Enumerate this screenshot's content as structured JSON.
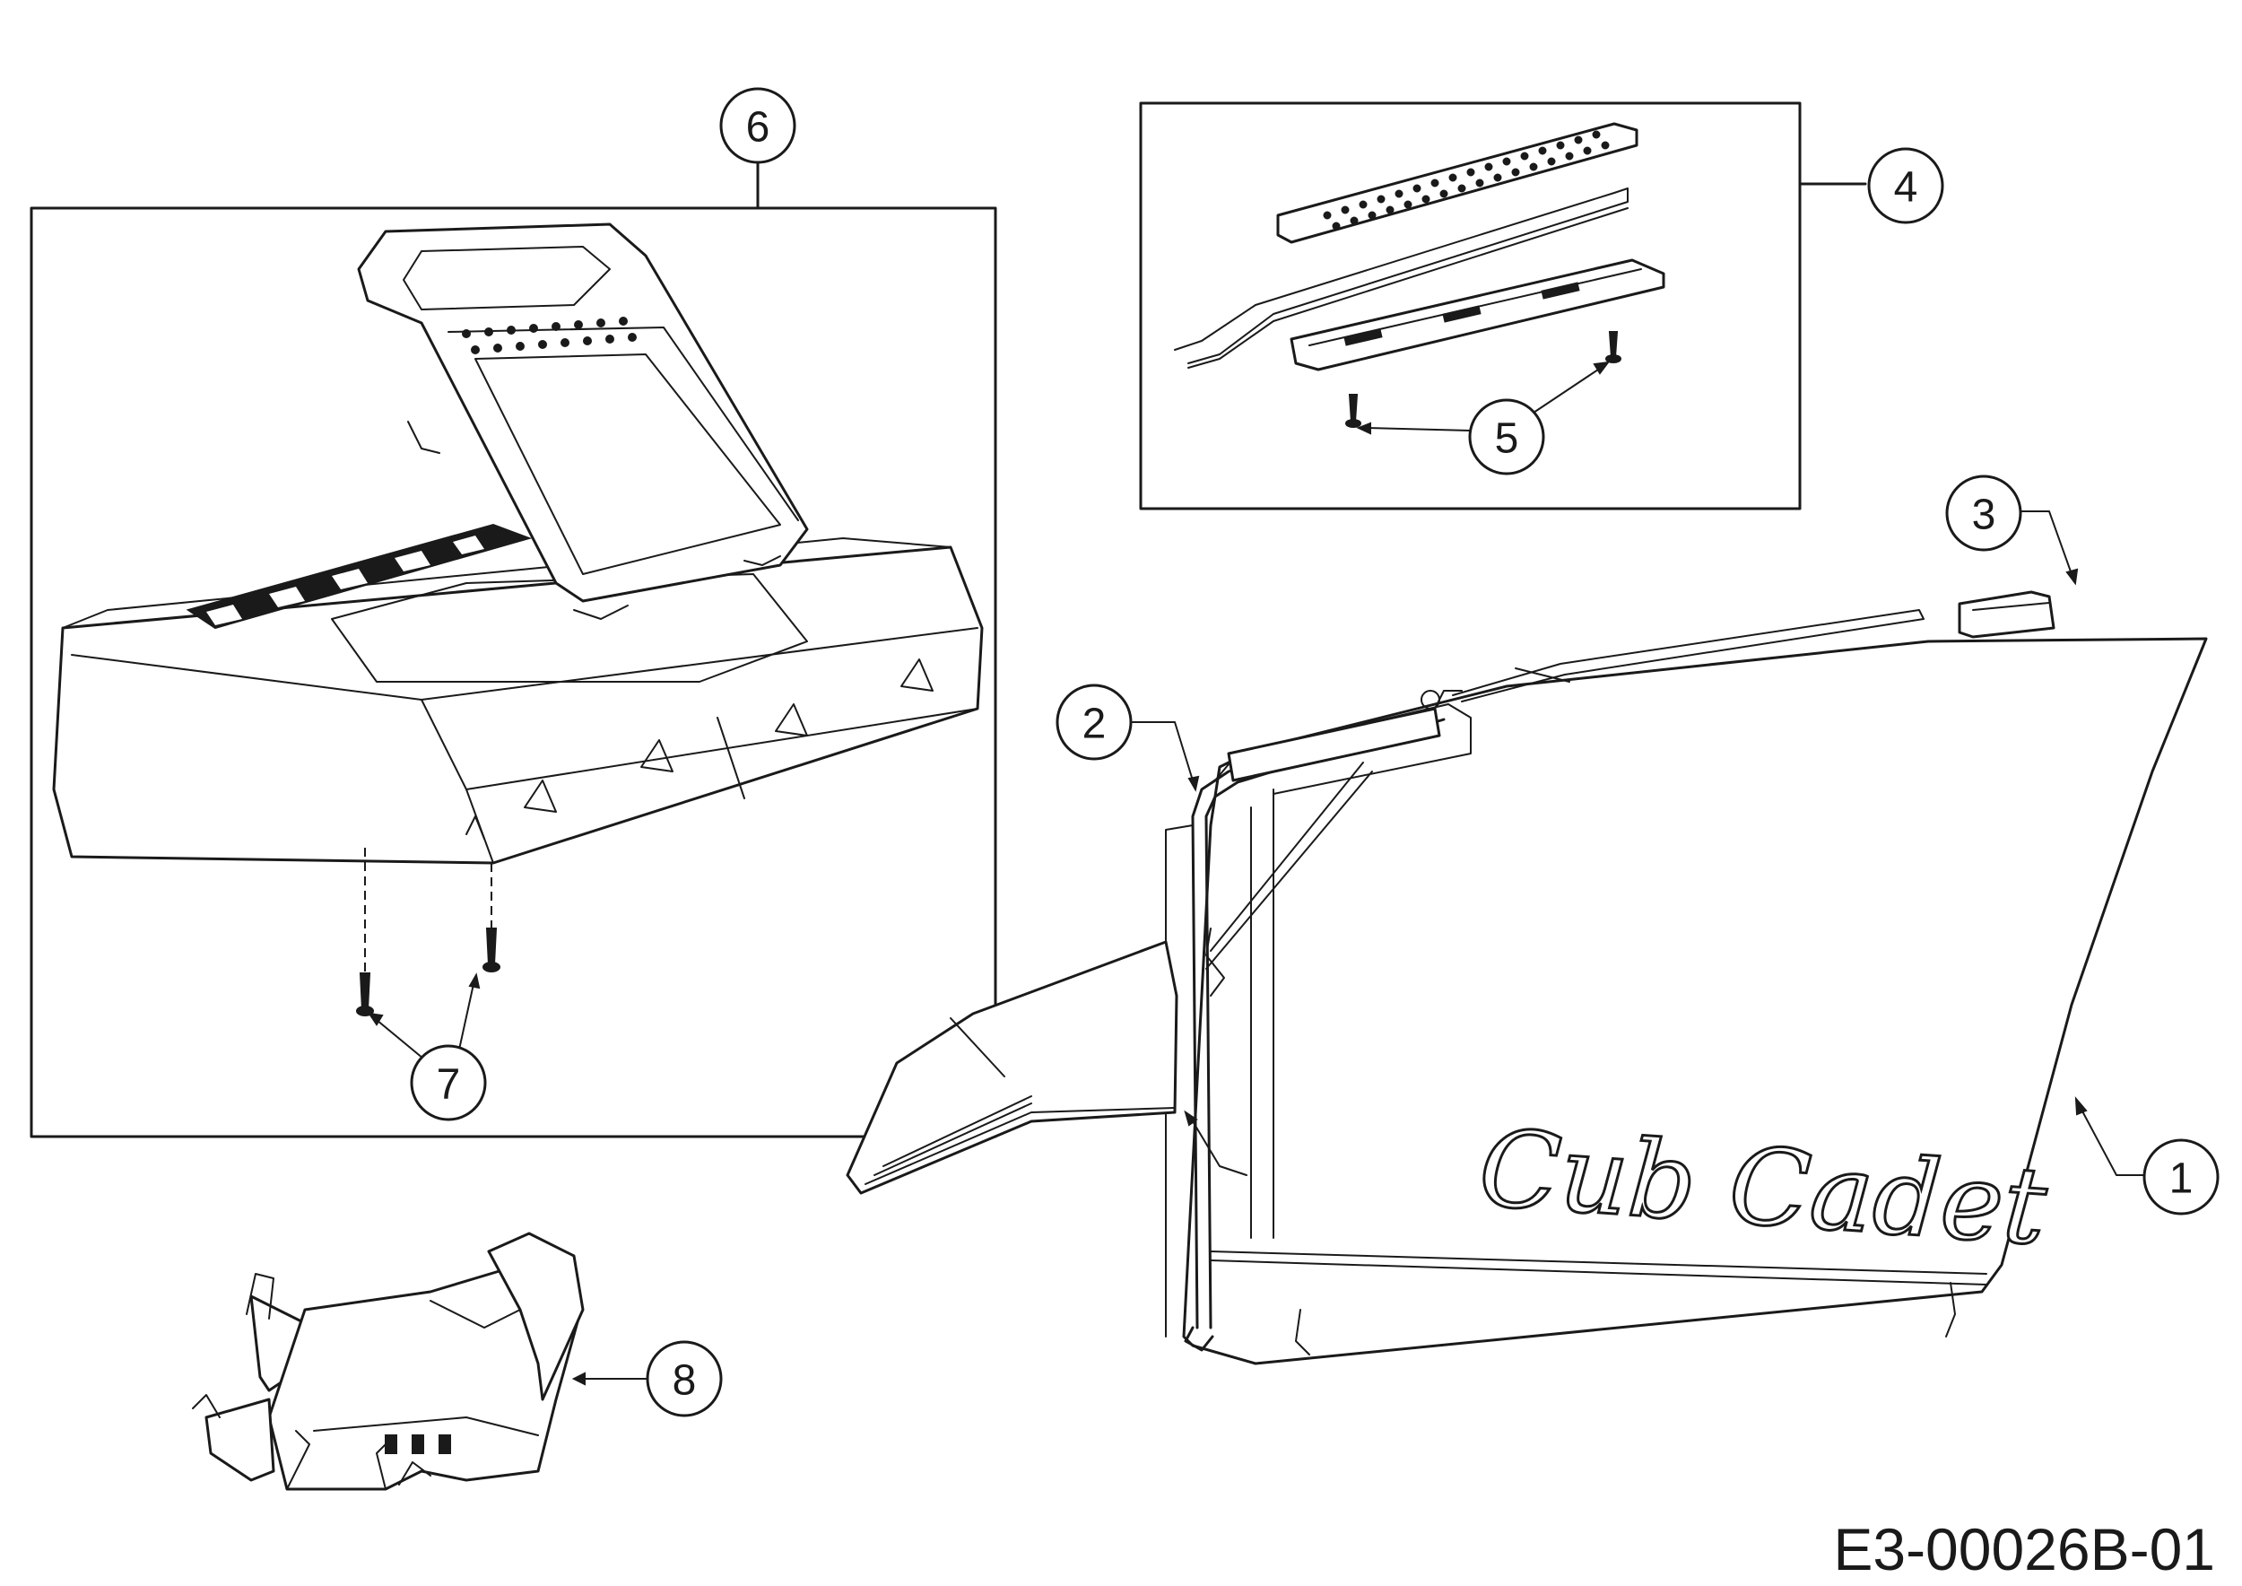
{
  "callouts": [
    {
      "id": "1",
      "label": "1"
    },
    {
      "id": "2",
      "label": "2"
    },
    {
      "id": "3",
      "label": "3"
    },
    {
      "id": "4",
      "label": "4"
    },
    {
      "id": "5",
      "label": "5"
    },
    {
      "id": "6",
      "label": "6"
    },
    {
      "id": "7",
      "label": "7"
    },
    {
      "id": "8",
      "label": "8"
    }
  ],
  "brand_logo_text": "Cub Cadet",
  "drawing_code": "E3-00026B-01"
}
